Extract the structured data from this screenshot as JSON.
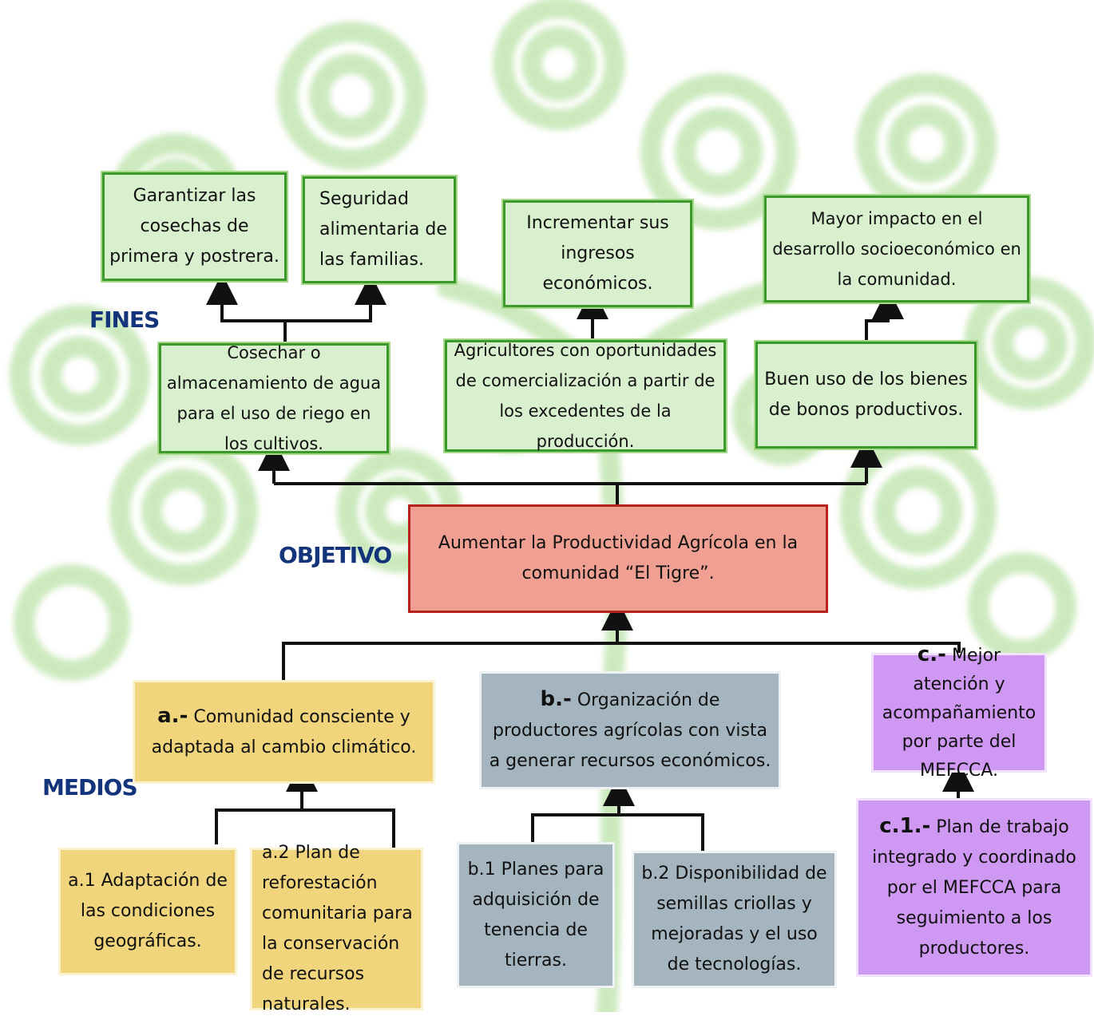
{
  "labels": {
    "fines": "FINES",
    "objetivo": "OBJETIVO",
    "medios": "MEDIOS"
  },
  "fines_top": [
    {
      "text": "Garantizar las cosechas de primera y postrera."
    },
    {
      "text": "Seguridad alimentaria de las familias."
    },
    {
      "text": "Incrementar sus ingresos económicos."
    },
    {
      "text": "Mayor impacto en el desarrollo socioeconómico en la comunidad."
    }
  ],
  "fines_mid": [
    {
      "text": "Cosechar o almacenamiento de agua para el uso de riego en los cultivos."
    },
    {
      "text": "Agricultores con oportunidades de comercialización a partir de los excedentes de la producción."
    },
    {
      "text": "Buen uso de los bienes de bonos productivos."
    }
  ],
  "objetivo": {
    "text": "Aumentar la Productividad Agrícola en la comunidad “El Tigre”."
  },
  "medios": [
    {
      "prefix": "a.-",
      "text": " Comunidad consciente y adaptada al cambio climático."
    },
    {
      "prefix": "b.-",
      "text": " Organización de productores agrícolas con vista a generar recursos económicos."
    },
    {
      "prefix": "c.-",
      "text": " Mejor atención y acompañamiento por parte del MEFCCA."
    }
  ],
  "sub_medios": [
    {
      "text": "a.1 Adaptación de las condiciones geográficas."
    },
    {
      "text": "a.2 Plan de reforestación comunitaria para la conservación de recursos naturales."
    },
    {
      "text": "b.1 Planes para adquisición de tenencia de tierras."
    },
    {
      "text": "b.2  Disponibilidad de semillas criollas y mejoradas y el uso de tecnologías."
    },
    {
      "prefix": "c.1.-",
      "text": " Plan de trabajo integrado y coordinado por el MEFCCA para seguimiento a los productores."
    }
  ],
  "colors": {
    "fines_fill": "#d9f0cf",
    "fines_border": "#3c9a2c",
    "objetivo_fill": "#f0a092",
    "objetivo_border": "#b8221c",
    "medio_a": "#f1d57c",
    "medio_b": "#a4b5bf",
    "medio_c": "#cf99f3",
    "label_color": "#13337a",
    "swirl_color": "#5cb843"
  }
}
